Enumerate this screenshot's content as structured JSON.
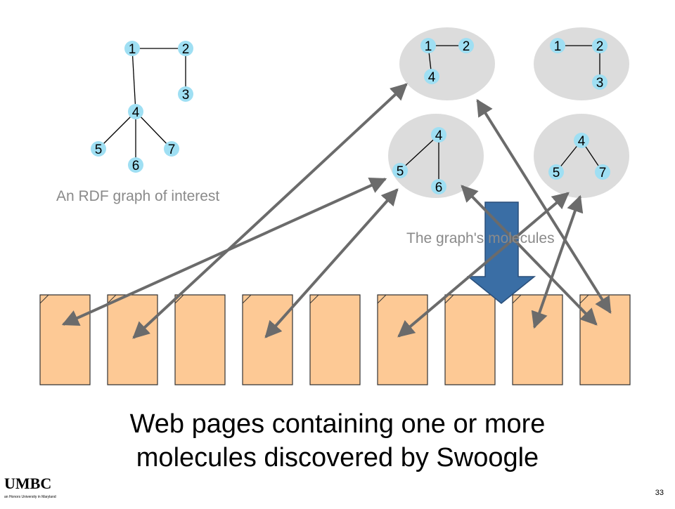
{
  "captions": {
    "rdf_graph": "An RDF graph of interest",
    "molecules": "The graph's molecules",
    "main_line1": "Web pages containing one or more",
    "main_line2": "molecules discovered by Swoogle"
  },
  "graph": {
    "nodes": [
      "1",
      "2",
      "3",
      "4",
      "5",
      "6",
      "7"
    ],
    "edges": [
      [
        "1",
        "2"
      ],
      [
        "2",
        "3"
      ],
      [
        "1",
        "4"
      ],
      [
        "4",
        "5"
      ],
      [
        "4",
        "6"
      ],
      [
        "4",
        "7"
      ]
    ]
  },
  "molecules": [
    {
      "nodes": [
        "1",
        "2",
        "4"
      ],
      "edges": [
        [
          "1",
          "2"
        ],
        [
          "1",
          "4"
        ]
      ]
    },
    {
      "nodes": [
        "1",
        "2",
        "3"
      ],
      "edges": [
        [
          "1",
          "2"
        ],
        [
          "2",
          "3"
        ]
      ]
    },
    {
      "nodes": [
        "4",
        "5",
        "6"
      ],
      "edges": [
        [
          "4",
          "5"
        ],
        [
          "4",
          "6"
        ]
      ]
    },
    {
      "nodes": [
        "4",
        "5",
        "7"
      ],
      "edges": [
        [
          "4",
          "5"
        ],
        [
          "4",
          "7"
        ]
      ]
    }
  ],
  "web_pages": {
    "count": 9
  },
  "footer": {
    "logo": "UMBC",
    "logo_tagline": "an Honors University in Maryland",
    "page_number": "33"
  },
  "colors": {
    "node_fill": "#9fdff3",
    "molecule_fill": "#dcdcdc",
    "page_fill": "#fdc995",
    "arrow": "#6b6b6b",
    "big_arrow": "#3a6ea5"
  }
}
